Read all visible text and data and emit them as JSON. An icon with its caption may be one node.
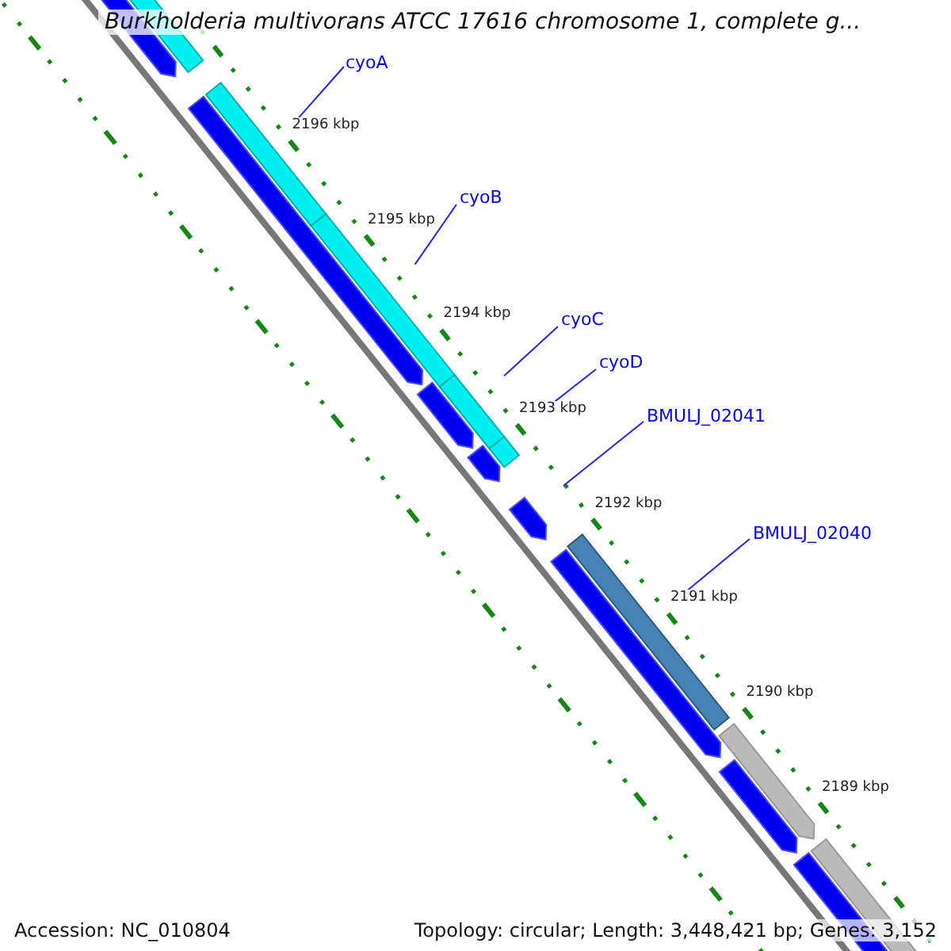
{
  "diagram": {
    "title": "Burkholderia multivorans ATCC 17616 chromosome 1, complete g...",
    "nodes": [
      {
        "text": [
          "cyoA"
        ]
      },
      {
        "text": [
          "cyoB"
        ]
      },
      {
        "text": [
          "cyoC"
        ]
      },
      {
        "text": [
          "cyoD"
        ]
      },
      {
        "text": [
          "BMULJ_02041"
        ]
      },
      {
        "text": [
          "BMULJ_02040"
        ]
      },
      {
        "text": [],
        "shape": "bar"
      },
      {
        "text": [],
        "shape": "bar"
      },
      {
        "text": [],
        "shape": "bar"
      },
      {
        "text": [],
        "shape": "bar"
      },
      {
        "text": [],
        "shape": "bar"
      },
      {
        "text": [],
        "shape": "bar"
      }
    ],
    "edges": [
      {
        "from": 0,
        "to": 6,
        "arrow": "none"
      },
      {
        "from": 1,
        "to": 7,
        "arrow": "none"
      },
      {
        "from": 2,
        "to": 8,
        "arrow": "none"
      },
      {
        "from": 3,
        "to": 9,
        "arrow": "none"
      },
      {
        "from": 4,
        "to": 10,
        "arrow": "none"
      },
      {
        "from": 5,
        "to": 11,
        "arrow": "none"
      }
    ],
    "labels": [
      "2196 kbp",
      "2195 kbp",
      "2194 kbp",
      "2193 kbp",
      "2192 kbp",
      "2191 kbp",
      "2190 kbp",
      "2189 kbp",
      "Accession: NC_010804",
      "Topology: circular; Length: 3,448,421 bp; Genes: 3,152"
    ]
  }
}
